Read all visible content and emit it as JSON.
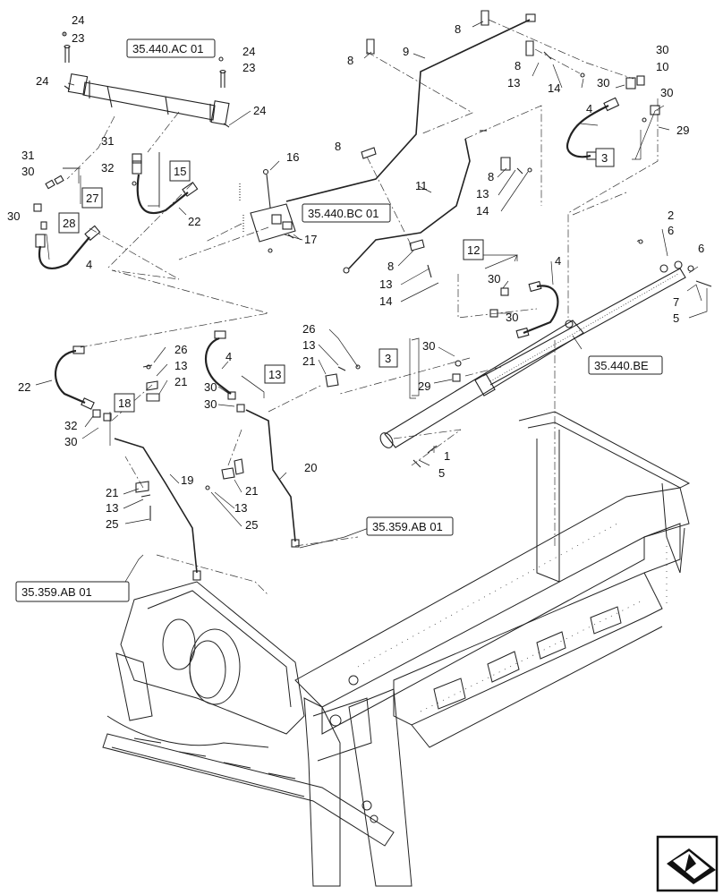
{
  "references": {
    "ac01": "35.440.AC 01",
    "bc01": "35.440.BC 01",
    "be": "35.440.BE",
    "ab01_right": "35.359.AB 01",
    "ab01_left": "35.359.AB 01"
  },
  "boxed_callouts": {
    "b15": "15",
    "b27": "27",
    "b28": "28",
    "b3a": "3",
    "b12": "12",
    "b3b": "3",
    "b18": "18",
    "b13": "13"
  },
  "callouts": {
    "c1": "24",
    "c2": "23",
    "c3": "24",
    "c4": "24",
    "c5": "23",
    "c6": "24",
    "c7": "31",
    "c8": "30",
    "c9": "30",
    "c10": "4",
    "c11": "31",
    "c12": "32",
    "c13": "22",
    "c14": "16",
    "c15": "17",
    "c16": "8",
    "c17": "9",
    "c18": "8",
    "c19": "13",
    "c20": "14",
    "c21": "8",
    "c22": "30",
    "c23": "10",
    "c24": "30",
    "c25": "30",
    "c26": "4",
    "c27": "29",
    "c28": "8",
    "c29": "11",
    "c30": "8",
    "c31": "13",
    "c32": "14",
    "c33": "8",
    "c34": "13",
    "c35": "14",
    "c36": "2",
    "c37": "6",
    "c38": "6",
    "c39": "7",
    "c40": "5",
    "c41": "4",
    "c42": "30",
    "c43": "30",
    "c44": "30",
    "c45": "29",
    "c46": "1",
    "c47": "5",
    "c48": "26",
    "c49": "13",
    "c50": "21",
    "c51": "22",
    "c52": "26",
    "c53": "13",
    "c54": "21",
    "c55": "32",
    "c56": "30",
    "c57": "4",
    "c58": "30",
    "c59": "30",
    "c60": "19",
    "c61": "21",
    "c62": "13",
    "c63": "25",
    "c64": "20",
    "c65": "21",
    "c66": "13",
    "c67": "25"
  },
  "icons": {
    "nav": "page-navigation-arrow-icon"
  }
}
